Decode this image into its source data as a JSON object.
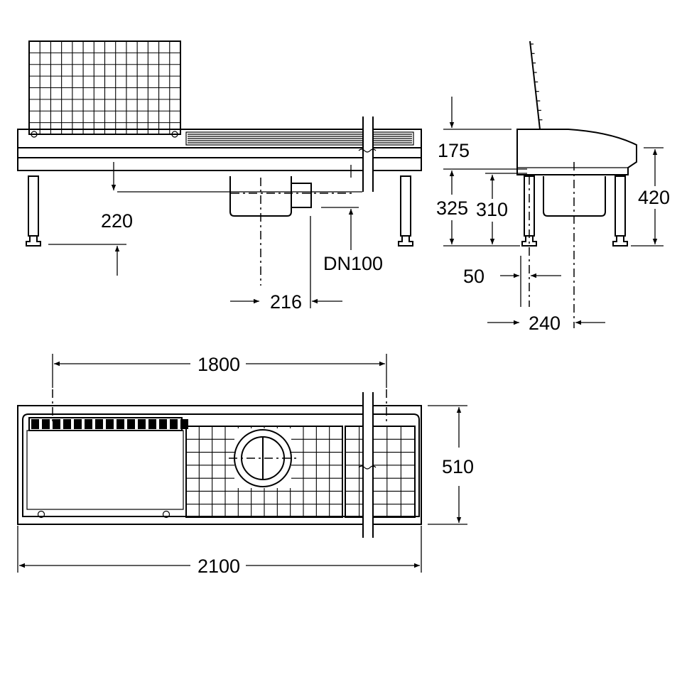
{
  "views": {
    "front": {
      "dim_height": "220",
      "dim_outlet": "DN100",
      "dim_offset": "216"
    },
    "side": {
      "dim_top": "175",
      "dim_body": "325",
      "dim_inner": "310",
      "dim_total_height": "420",
      "dim_leg": "50",
      "dim_depth_center": "240"
    },
    "plan": {
      "dim_inner_length": "1800",
      "dim_width": "510",
      "dim_total_length": "2100"
    }
  }
}
